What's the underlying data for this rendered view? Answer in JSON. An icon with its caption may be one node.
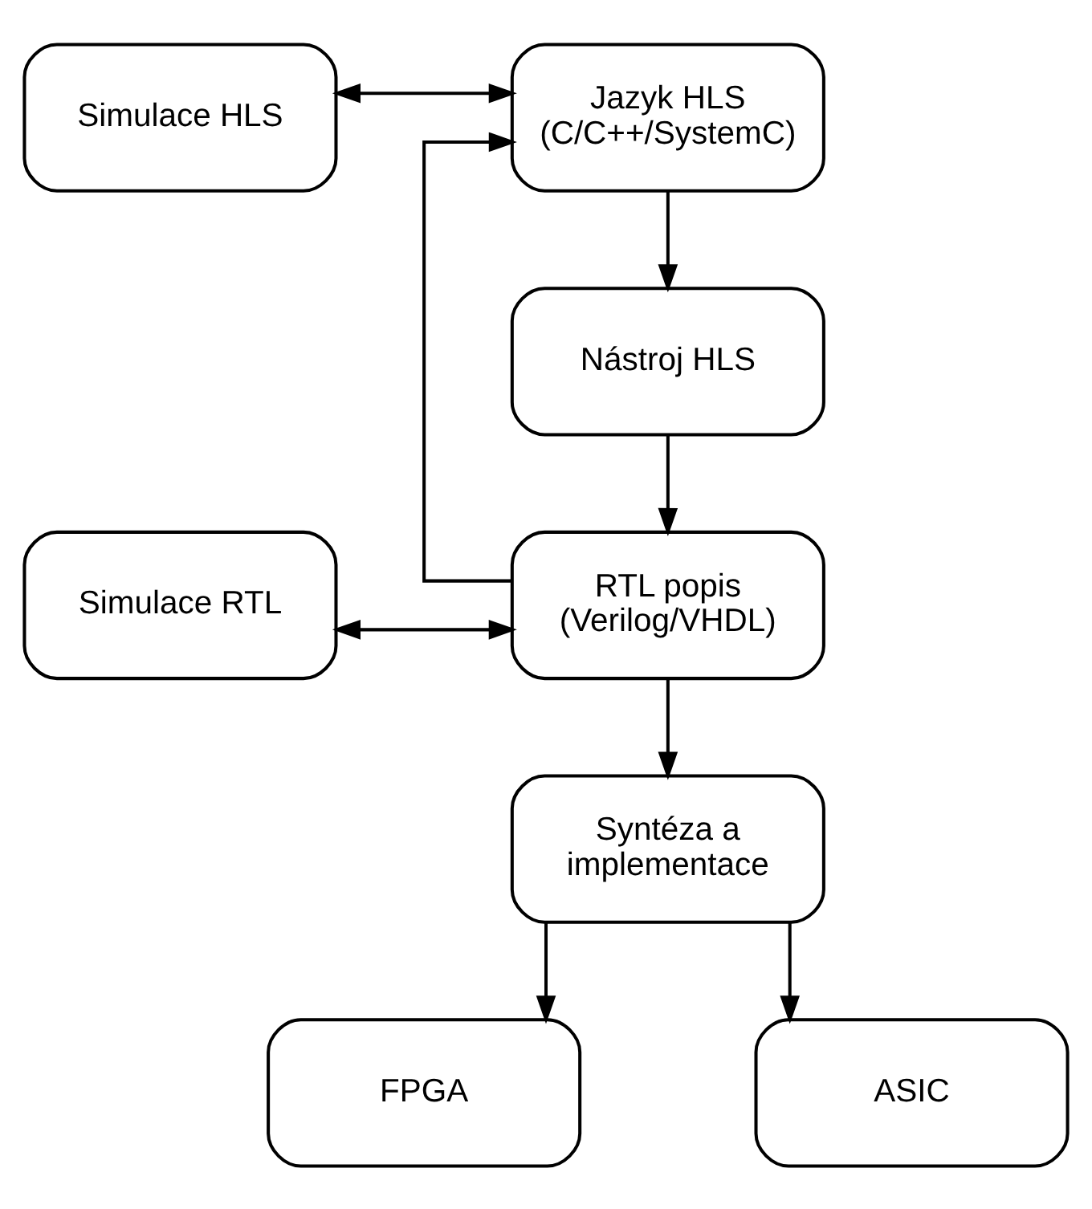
{
  "diagram": {
    "nodes": [
      {
        "text": [
          "Simulace HLS"
        ]
      },
      {
        "text": [
          "Jazyk HLS (C/C++/SystemC)"
        ]
      },
      {
        "text": [
          "Nástroj HLS"
        ]
      },
      {
        "text": [
          "Simulace RTL"
        ]
      },
      {
        "text": [
          "RTL popis (Verilog/VHDL)"
        ]
      },
      {
        "text": [
          "Syntéza a implementace"
        ]
      },
      {
        "text": [
          "FPGA"
        ]
      },
      {
        "text": [
          "ASIC"
        ]
      }
    ],
    "edges": [
      {
        "from": 0,
        "to": 1,
        "arrow": "both"
      },
      {
        "from": 1,
        "to": 2,
        "arrow": "to"
      },
      {
        "from": 2,
        "to": 4,
        "arrow": "to"
      },
      {
        "from": 3,
        "to": 4,
        "arrow": "both"
      },
      {
        "from": 4,
        "to": 1,
        "arrow": "to"
      },
      {
        "from": 4,
        "to": 5,
        "arrow": "to"
      },
      {
        "from": 5,
        "to": 6,
        "arrow": "to"
      },
      {
        "from": 5,
        "to": 7,
        "arrow": "to"
      }
    ]
  }
}
